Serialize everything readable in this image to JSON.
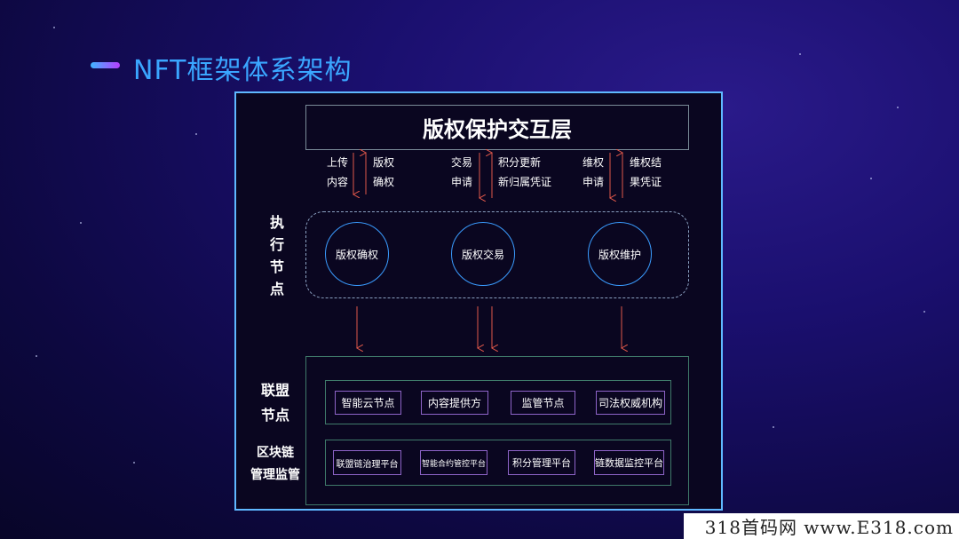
{
  "title": "NFT框架体系架构",
  "top_layer": "版权保护交互层",
  "arrow_labels": {
    "upload": [
      "上传",
      "内容"
    ],
    "confirm": [
      "版权",
      "确权"
    ],
    "trade": [
      "交易",
      "申请"
    ],
    "points": [
      "积分更新",
      "新归属凭证"
    ],
    "defend": [
      "维权",
      "申请"
    ],
    "defend_result": [
      "维权结",
      "果凭证"
    ]
  },
  "exec_label": [
    "执",
    "行",
    "节",
    "点"
  ],
  "exec_nodes": [
    "版权确权",
    "版权交易",
    "版权维护"
  ],
  "alliance_label": [
    "联盟",
    "节点"
  ],
  "blockchain_label": [
    "区块链",
    "管理监管"
  ],
  "alliance_nodes": [
    "智能云节点",
    "内容提供方",
    "监管节点",
    "司法权威机构"
  ],
  "platforms": [
    "联盟链治理平台",
    "智能合约管控平台",
    "积分管理平台",
    "链数据监控平台"
  ],
  "watermark": "318首码网 www.E318.com",
  "colors": {
    "title": "#3aa6ff",
    "frame": "#5fb8ff",
    "arrow": "#e0584a",
    "circle": "#3a9cff",
    "chip": "#8e64c8"
  }
}
